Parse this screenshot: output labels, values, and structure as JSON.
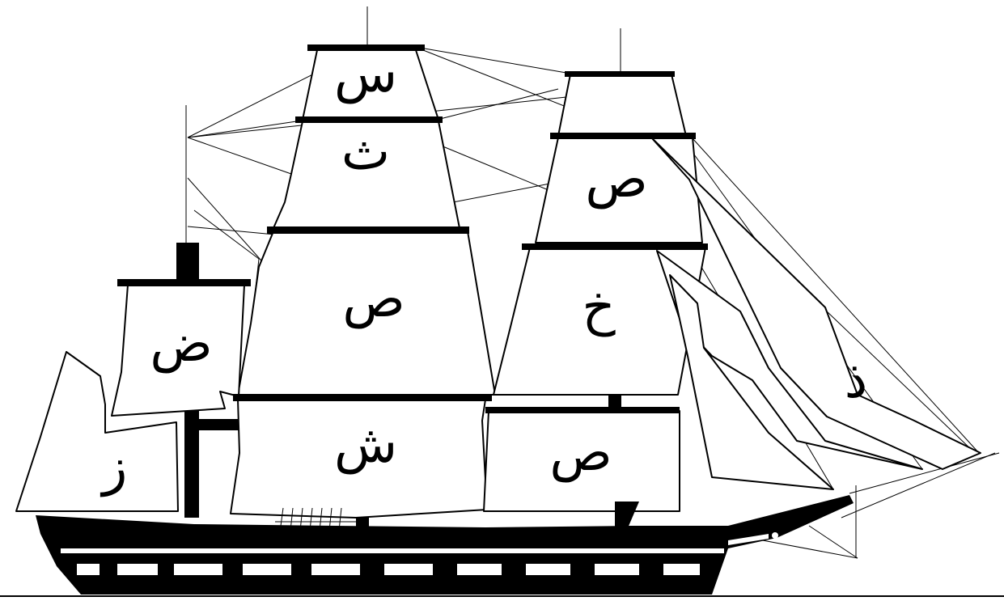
{
  "sail_labels": {
    "main_royal": "س",
    "main_topgallant": "ث",
    "main_topsail": "ص",
    "main_course": "ش",
    "fore_topgallant": "ص",
    "fore_topsail": "خ",
    "fore_course": "ص",
    "spanker_top": "ض",
    "spanker_bottom": "ز",
    "jib": "ذ"
  },
  "colors": {
    "ink": "#000000",
    "paper": "#ffffff"
  }
}
